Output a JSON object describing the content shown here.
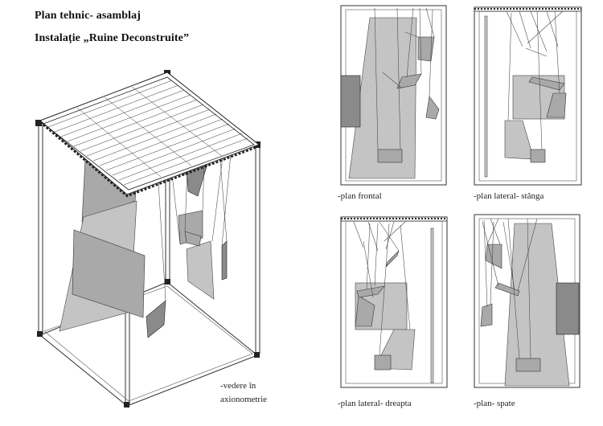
{
  "title_line1": "Plan tehnic- asamblaj",
  "title_line2": "Instalație „Ruine Deconstruite”",
  "captions": {
    "axonometric_line1": "-vedere în",
    "axonometric_line2": "axionometrie",
    "front": "-plan frontal",
    "left": "-plan lateral- stânga",
    "right": "-plan lateral- dreapta",
    "back": "-plan- spate"
  },
  "colors": {
    "line": "#333333",
    "panel_light": "#c4c4c4",
    "panel_mid": "#a9a9a9",
    "panel_dark": "#8a8a8a"
  }
}
